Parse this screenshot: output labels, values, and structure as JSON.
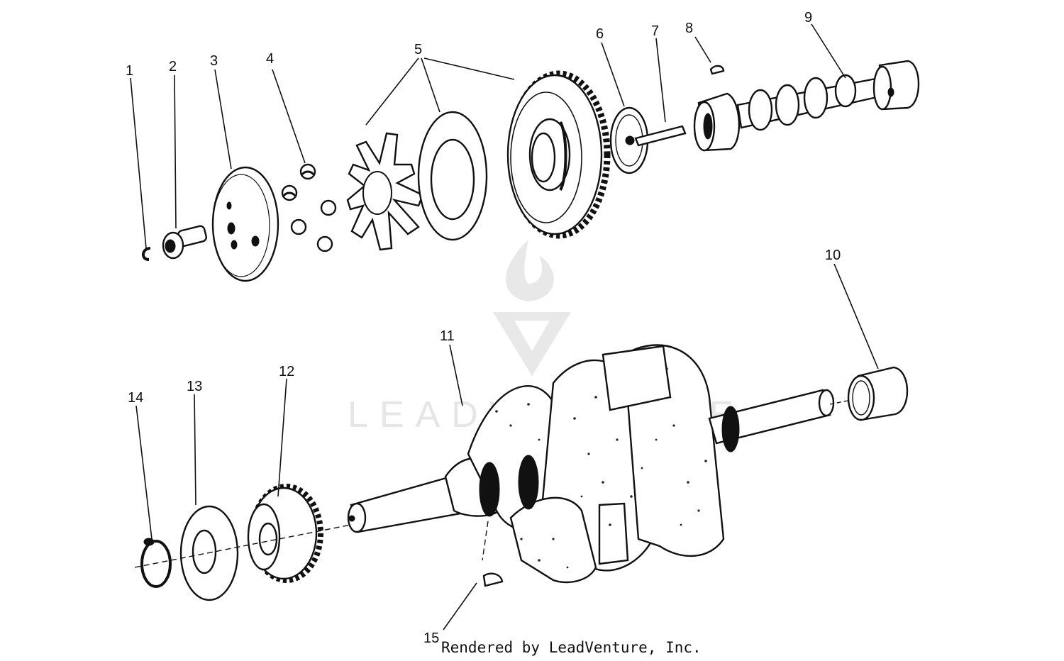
{
  "diagram": {
    "callouts": [
      "1",
      "2",
      "3",
      "4",
      "5",
      "6",
      "7",
      "8",
      "9",
      "10",
      "11",
      "12",
      "13",
      "14",
      "15"
    ]
  },
  "watermark": {
    "text": "LEADVENTURE"
  },
  "footer": {
    "credit": "Rendered by LeadVenture, Inc."
  }
}
